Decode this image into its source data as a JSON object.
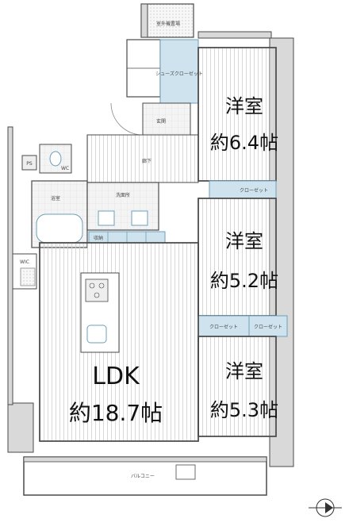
{
  "rooms": {
    "western1": {
      "name": "洋室",
      "size": "約6.4帖"
    },
    "western2": {
      "name": "洋室",
      "size": "約5.2帖"
    },
    "western3": {
      "name": "洋室",
      "size": "約5.3帖"
    },
    "ldk": {
      "name": "LDK",
      "size": "約18.7帖"
    }
  },
  "labels": {
    "storage_outer": "室外機置場",
    "shoes_closet": "シューズクローゼット",
    "entrance": "玄関",
    "hallway": "廊下",
    "washroom": "洗面所",
    "bath": "浴室",
    "closet_1": "クローゼット",
    "closet_2": "クローゼット",
    "closet_3": "クローゼット",
    "storage": "収納",
    "balcony": "バルコニー",
    "ps": "PS",
    "wc": "WC",
    "wic": "WIC"
  },
  "colors": {
    "wall": "#4a4a4a",
    "wall_fill": "#d9d9d9",
    "floor_line": "#c9c9c9",
    "storage": "#cfe3ee",
    "storage_stroke": "#6d9fb8"
  }
}
